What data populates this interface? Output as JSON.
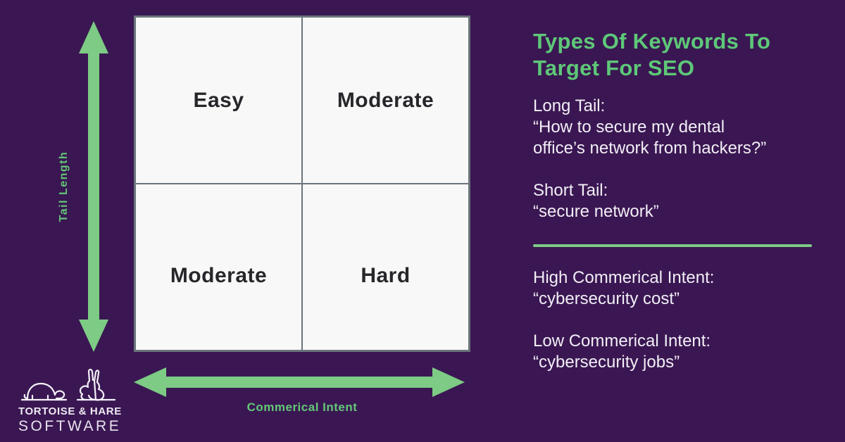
{
  "colors": {
    "background": "#3a1752",
    "arrow_green": "#7dcb85",
    "title_green": "#5ec878",
    "axis_label_green": "#63c878",
    "cell_fill": "#f8f8f8",
    "grid_border": "#6b747c",
    "quadrant_text": "#26262b",
    "body_text": "#f2eef6"
  },
  "matrix": {
    "quadrants": [
      {
        "position": "top-left",
        "label": "Easy"
      },
      {
        "position": "top-right",
        "label": "Moderate"
      },
      {
        "position": "bottom-left",
        "label": "Moderate"
      },
      {
        "position": "bottom-right",
        "label": "Hard"
      }
    ],
    "y_axis_label": "Tail Length",
    "x_axis_label": "Commerical Intent"
  },
  "sidebar": {
    "title_lines": [
      "Types Of Keywords To",
      "Target For SEO"
    ],
    "sections": [
      {
        "lines": [
          "Long Tail:",
          "“How to secure my dental",
          "office’s network from hackers?”"
        ]
      },
      {
        "lines": [
          "Short Tail:",
          "“secure network”"
        ]
      },
      {
        "lines": [
          "High Commerical Intent:",
          "“cybersecurity cost”"
        ]
      },
      {
        "lines": [
          "Low Commerical Intent:",
          "“cybersecurity jobs”"
        ]
      }
    ]
  },
  "logo": {
    "line1": "TORTOISE & HARE",
    "line2": "SOFTWARE"
  }
}
